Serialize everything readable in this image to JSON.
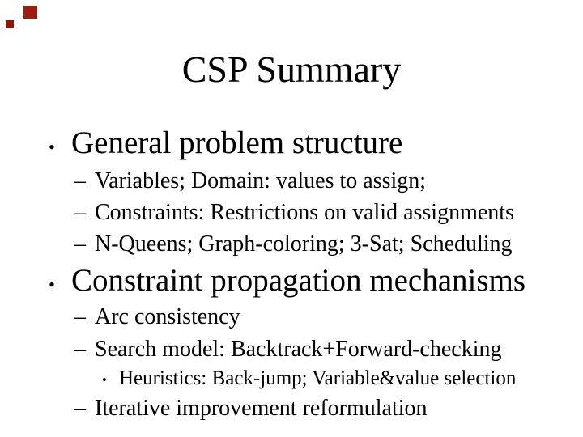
{
  "slide": {
    "title": "CSP Summary",
    "decor": {
      "large_square_color": "#9d1c12",
      "small_square_color": "#8c150b"
    },
    "colors": {
      "background": "#ffffff",
      "text": "#000000"
    },
    "items": [
      {
        "level": 1,
        "marker": "•",
        "text": "General problem structure"
      },
      {
        "level": 2,
        "marker": "–",
        "text": "Variables; Domain: values to assign;"
      },
      {
        "level": 2,
        "marker": "–",
        "text": "Constraints: Restrictions on valid assignments"
      },
      {
        "level": 2,
        "marker": "–",
        "text": "N-Queens; Graph-coloring; 3-Sat; Scheduling"
      },
      {
        "level": 1,
        "marker": "•",
        "text": "Constraint propagation mechanisms"
      },
      {
        "level": 2,
        "marker": "–",
        "text": "Arc consistency"
      },
      {
        "level": 2,
        "marker": "–",
        "text": "Search model: Backtrack+Forward-checking"
      },
      {
        "level": 3,
        "marker": "•",
        "text": "Heuristics: Back-jump; Variable&value selection"
      },
      {
        "level": 2,
        "marker": "–",
        "text": "Iterative improvement reformulation"
      }
    ]
  }
}
